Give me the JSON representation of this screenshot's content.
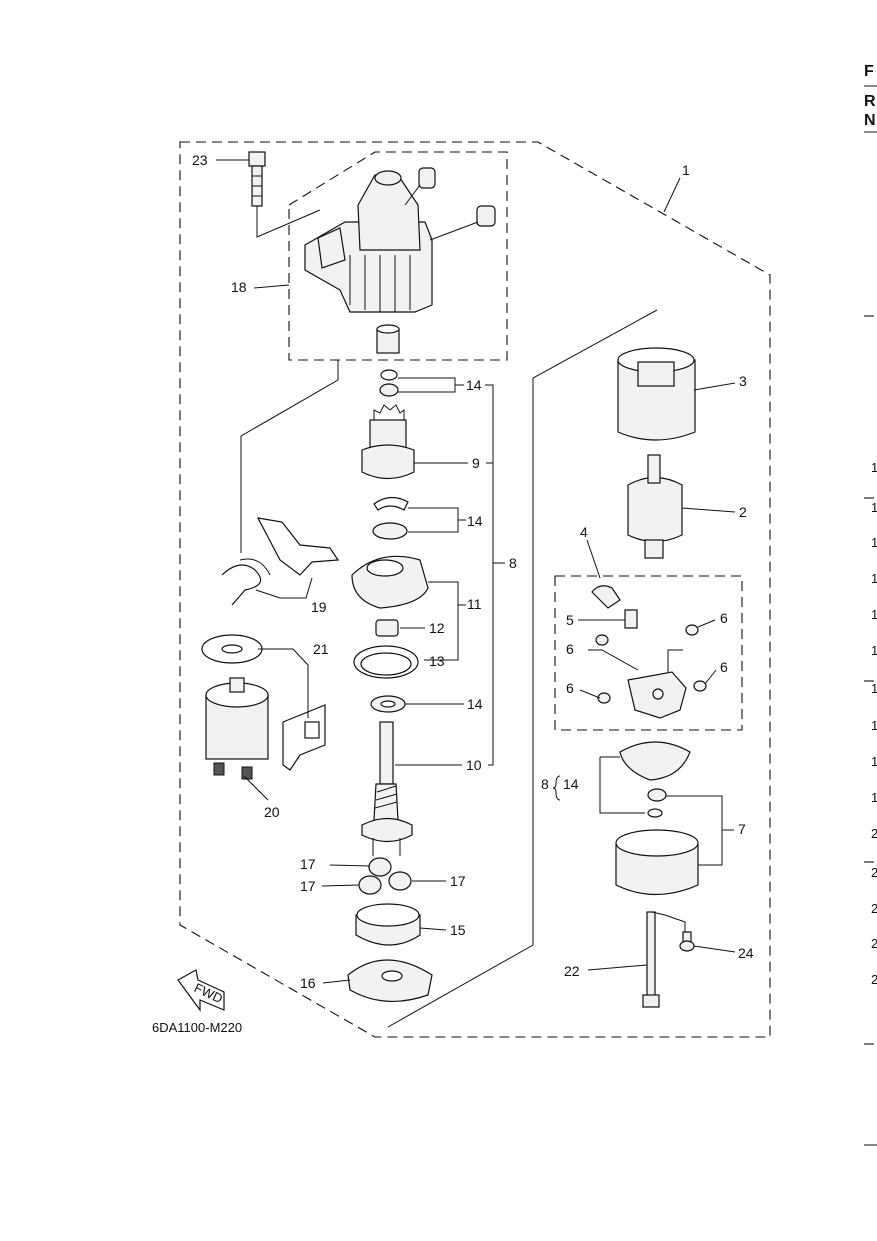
{
  "diagram": {
    "code": "6DA1100-M220",
    "fwd_label": "FWD",
    "callouts": {
      "c1": "1",
      "c2": "2",
      "c3": "3",
      "c4": "4",
      "c5": "5",
      "c6a": "6",
      "c6b": "6",
      "c6c": "6",
      "c6d": "6",
      "c7": "7",
      "c8": "8",
      "c8b": "8",
      "c9": "9",
      "c10": "10",
      "c11": "11",
      "c12": "12",
      "c13": "13",
      "c14a": "14",
      "c14b": "14",
      "c14c": "14",
      "c14d": "14",
      "c15": "15",
      "c16": "16",
      "c17a": "17",
      "c17b": "17",
      "c17c": "17",
      "c18": "18",
      "c19": "19",
      "c20": "20",
      "c21": "21",
      "c22": "22",
      "c23": "23",
      "c24": "24"
    }
  },
  "edge": {
    "f": "F",
    "r": "R",
    "n": "N",
    "nums": [
      "1",
      "1",
      "1",
      "1",
      "1",
      "1",
      "1",
      "1",
      "1",
      "1",
      "2",
      "2",
      "2",
      "2",
      "2"
    ]
  }
}
